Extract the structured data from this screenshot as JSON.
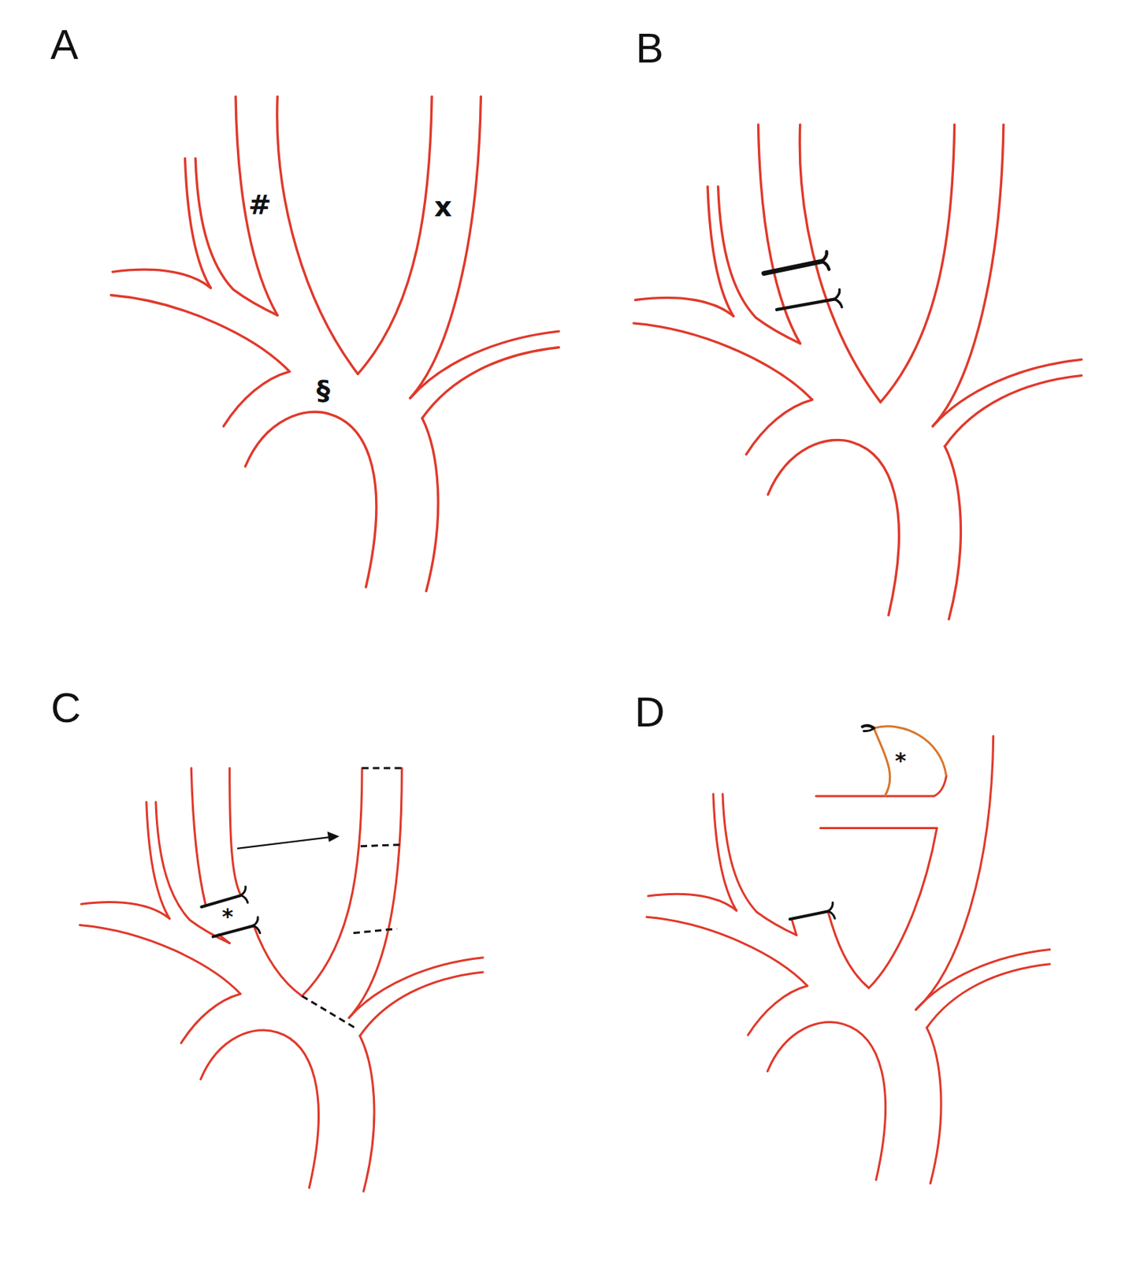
{
  "diagram": {
    "labels": [
      "A",
      "#",
      "x",
      "§",
      "B",
      "C",
      "*",
      "D",
      "*"
    ]
  }
}
